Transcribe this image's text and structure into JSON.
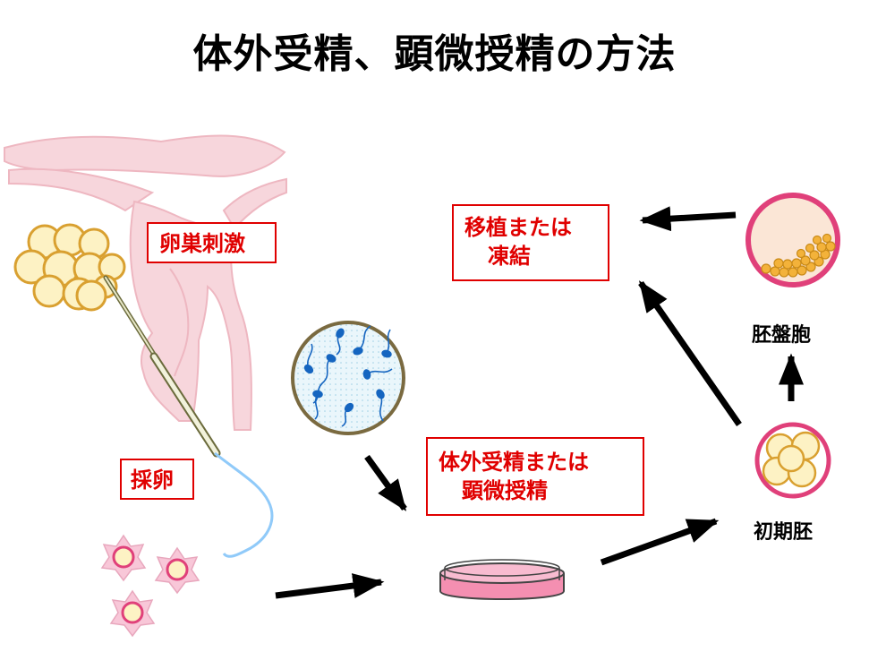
{
  "title": "体外受精、顕微授精の方法",
  "labels": {
    "ovarian_stimulation": "卵巣刺激",
    "egg_retrieval": "採卵",
    "fertilization_line1": "体外受精または",
    "fertilization_line2": "顕微授精",
    "transfer_line1": "移植または",
    "transfer_line2": "凍結",
    "blastocyst": "胚盤胞",
    "early_embryo": "初期胚"
  },
  "colors": {
    "label_red": "#e00000",
    "uterus_pink": "#f7d6dc",
    "follicle_fill": "#fdf2c4",
    "follicle_stroke": "#d9a030",
    "embryo_ring": "#e0407a",
    "dish_medium": "#f48fb1",
    "sperm_blue": "#1565c0",
    "needle_tube": "#90caf9"
  }
}
